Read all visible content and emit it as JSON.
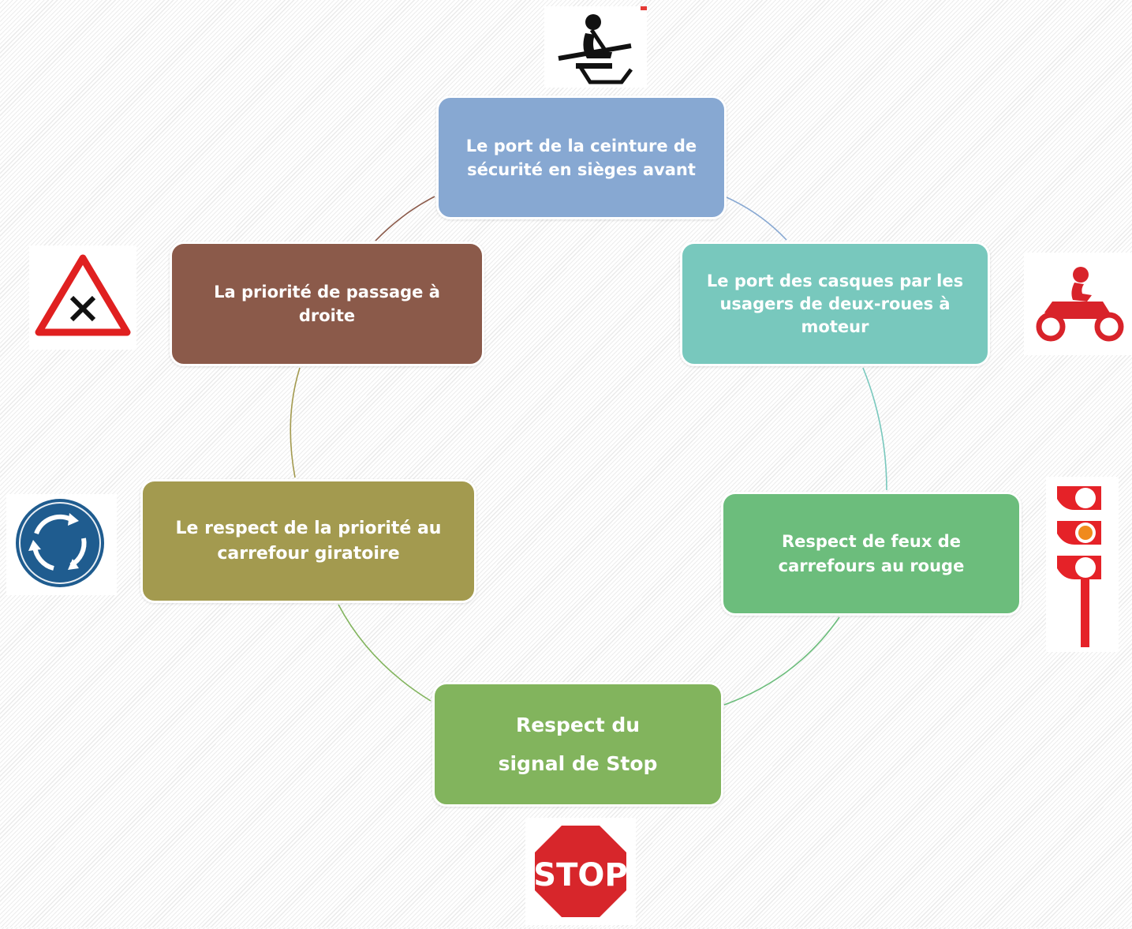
{
  "nodes": [
    {
      "id": "seatbelt",
      "text": "Le port de la ceinture de sécurité en sièges avant",
      "color": "#87a8d2",
      "icon": "seatbelt-icon"
    },
    {
      "id": "helmet",
      "text": "Le port des casques par les usagers de deux-roues à moteur",
      "color": "#78c8bd",
      "icon": "motorcycle-icon"
    },
    {
      "id": "red-light",
      "text": "Respect de feux de carrefours au rouge",
      "color": "#6cbd7c",
      "icon": "traffic-light-icon"
    },
    {
      "id": "stop",
      "text": "Respect du signal de Stop",
      "color": "#82b45d",
      "icon": "stop-sign-icon"
    },
    {
      "id": "roundabout",
      "text": "Le respect de la priorité au carrefour giratoire",
      "color": "#a39a4f",
      "icon": "roundabout-sign-icon"
    },
    {
      "id": "right-priority",
      "text": "La priorité de passage à droite",
      "color": "#8b5a4a",
      "icon": "priority-right-sign-icon"
    }
  ],
  "stop_sign": {
    "text": "STOP"
  }
}
